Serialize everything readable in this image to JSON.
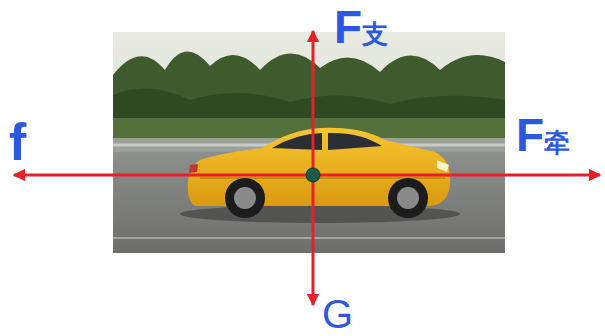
{
  "diagram": {
    "labels": [
      "F支",
      "f",
      "F牵",
      "G"
    ]
  }
}
